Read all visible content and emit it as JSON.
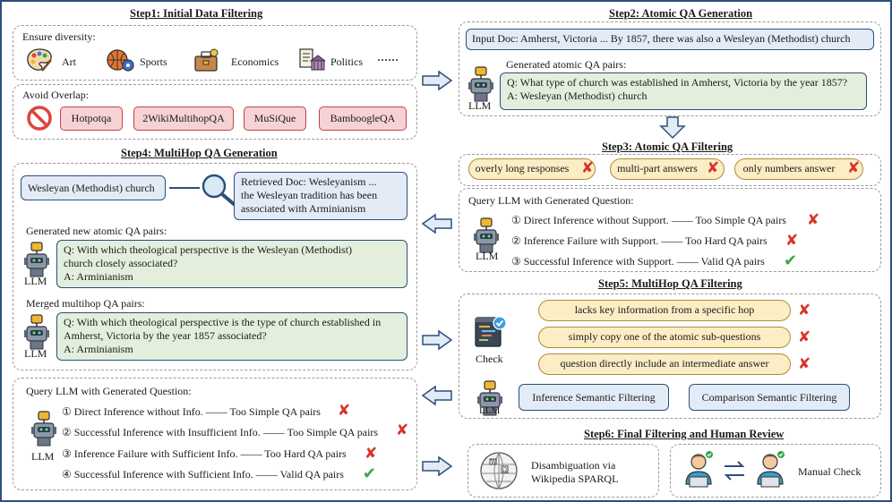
{
  "step1": {
    "title": "Step1: Initial Data Filtering",
    "diversity_label": "Ensure diversity:",
    "categories": [
      "Art",
      "Sports",
      "Economics",
      "Politics",
      "······"
    ],
    "overlap_label": "Avoid Overlap:",
    "datasets": [
      "Hotpotqa",
      "2WikiMultihopQA",
      "MuSiQue",
      "BamboogleQA"
    ]
  },
  "step2": {
    "title": "Step2: Atomic QA Generation",
    "input_doc": "Input Doc: Amherst, Victoria ... By 1857, there was also a Wesleyan (Methodist) church",
    "generated_label": "Generated atomic QA pairs:",
    "qa_q": "Q: What type of church was established in Amherst, Victoria by the year 1857?",
    "qa_a": "A: Wesleyan (Methodist) church",
    "llm": "LLM"
  },
  "step3": {
    "title": "Step3: Atomic QA Filtering",
    "filters": [
      "overly long responses",
      "multi-part answers",
      "only numbers answer"
    ],
    "query_label": "Query LLM with Generated Question:",
    "outcomes": [
      "① Direct Inference without Support. —— Too Simple QA pairs",
      "② Inference Failure with Support. —— Too Hard QA pairs",
      "③ Successful Inference with Support. —— Valid QA pairs"
    ],
    "llm": "LLM"
  },
  "step4": {
    "title": "Step4: MultiHop QA Generation",
    "entity": "Wesleyan (Methodist) church",
    "retrieved_doc": [
      "Retrieved Doc: Wesleyanism ...",
      "the Wesleyan tradition has been",
      "associated with Arminianism"
    ],
    "new_label": "Generated new atomic QA pairs:",
    "new_qa": [
      "Q: With which theological perspective is the Wesleyan (Methodist)",
      "church closely associated?",
      "A: Arminianism"
    ],
    "merged_label": "Merged multihop QA pairs:",
    "merged_qa": [
      "Q: With which theological perspective is the type of church established in",
      "Amherst, Victoria by the year 1857 associated?",
      "A: Arminianism"
    ],
    "llm": "LLM"
  },
  "step4b": {
    "query_label": "Query LLM with Generated Question:",
    "outcomes": [
      "① Direct Inference without Info. —— Too Simple QA pairs",
      "② Successful Inference with Insufficient Info. —— Too Simple QA pairs",
      "③ Inference Failure with Sufficient Info. —— Too Hard QA pairs",
      "④ Successful Inference with Sufficient Info. —— Valid QA pairs"
    ],
    "llm": "LLM"
  },
  "step5": {
    "title": "Step5: MultiHop QA Filtering",
    "checks": [
      "lacks key information from a specific hop",
      "simply copy one of the atomic sub-questions",
      "question directly include an intermediate answer"
    ],
    "check_label": "Check",
    "filters": [
      "Inference Semantic Filtering",
      "Comparison Semantic Filtering"
    ],
    "llm": "LLM"
  },
  "step6": {
    "title": "Step6: Final Filtering and Human Review",
    "disambiguation": [
      "Disambiguation via",
      "Wikipedia SPARQL"
    ],
    "manual": "Manual Check"
  },
  "colors": {
    "border_blue": "#2c4f7c",
    "box_blue": "#e2ebf6",
    "box_green": "#e3efdc",
    "box_pink": "#f6d2d4",
    "box_yellow": "#fbedc4",
    "cross_red": "#d9342b",
    "check_green": "#3aa64a"
  },
  "icons": [
    "palette-icon",
    "sports-balls-icon",
    "briefcase-icon",
    "politics-icon",
    "no-entry-icon",
    "magnifier-icon",
    "robot-icon",
    "code-check-icon",
    "wikipedia-globe-icon",
    "person-laptop-icon",
    "swap-arrows-icon",
    "right-arrow-icon",
    "down-arrow-icon",
    "left-arrow-icon"
  ]
}
